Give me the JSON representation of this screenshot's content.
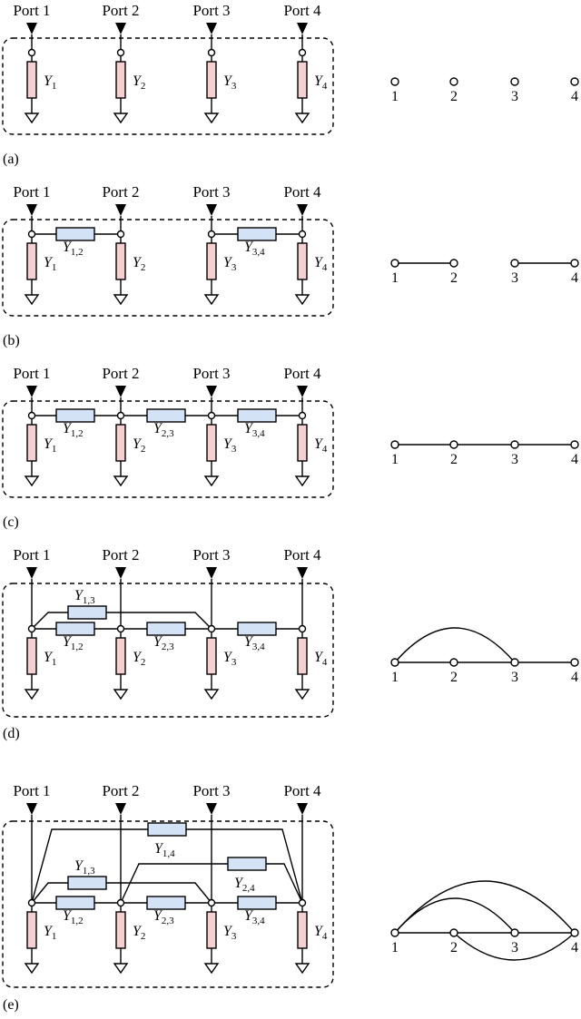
{
  "ports": [
    "Port 1",
    "Port 2",
    "Port 3",
    "Port 4"
  ],
  "node_labels": [
    "1",
    "2",
    "3",
    "4"
  ],
  "shunt_admittances": [
    {
      "base": "Y",
      "sub": "1"
    },
    {
      "base": "Y",
      "sub": "2"
    },
    {
      "base": "Y",
      "sub": "3"
    },
    {
      "base": "Y",
      "sub": "4"
    }
  ],
  "panels": [
    {
      "caption": "(a)",
      "series": [],
      "graph_edges": []
    },
    {
      "caption": "(b)",
      "series": [
        {
          "from": 1,
          "to": 2,
          "base": "Y",
          "sub": "1,2"
        },
        {
          "from": 3,
          "to": 4,
          "base": "Y",
          "sub": "3,4"
        }
      ],
      "graph_edges": [
        [
          1,
          2
        ],
        [
          3,
          4
        ]
      ]
    },
    {
      "caption": "(c)",
      "series": [
        {
          "from": 1,
          "to": 2,
          "base": "Y",
          "sub": "1,2"
        },
        {
          "from": 2,
          "to": 3,
          "base": "Y",
          "sub": "2,3"
        },
        {
          "from": 3,
          "to": 4,
          "base": "Y",
          "sub": "3,4"
        }
      ],
      "graph_edges": [
        [
          1,
          2
        ],
        [
          2,
          3
        ],
        [
          3,
          4
        ]
      ]
    },
    {
      "caption": "(d)",
      "series": [
        {
          "from": 1,
          "to": 2,
          "base": "Y",
          "sub": "1,2"
        },
        {
          "from": 2,
          "to": 3,
          "base": "Y",
          "sub": "2,3"
        },
        {
          "from": 3,
          "to": 4,
          "base": "Y",
          "sub": "3,4"
        },
        {
          "from": 1,
          "to": 3,
          "base": "Y",
          "sub": "1,3"
        }
      ],
      "graph_edges": [
        [
          1,
          2
        ],
        [
          2,
          3
        ],
        [
          3,
          4
        ],
        [
          1,
          3
        ]
      ]
    },
    {
      "caption": "(e)",
      "series": [
        {
          "from": 1,
          "to": 2,
          "base": "Y",
          "sub": "1,2"
        },
        {
          "from": 2,
          "to": 3,
          "base": "Y",
          "sub": "2,3"
        },
        {
          "from": 3,
          "to": 4,
          "base": "Y",
          "sub": "3,4"
        },
        {
          "from": 1,
          "to": 3,
          "base": "Y",
          "sub": "1,3"
        },
        {
          "from": 1,
          "to": 4,
          "base": "Y",
          "sub": "1,4"
        },
        {
          "from": 2,
          "to": 4,
          "base": "Y",
          "sub": "2,4"
        }
      ],
      "graph_edges": [
        [
          1,
          2
        ],
        [
          2,
          3
        ],
        [
          3,
          4
        ],
        [
          1,
          3
        ],
        [
          1,
          4
        ],
        [
          2,
          4
        ]
      ]
    }
  ],
  "colors": {
    "shunt_fill": "#f5d0d0",
    "series_fill": "#d4e2f5",
    "line": "#000000"
  }
}
